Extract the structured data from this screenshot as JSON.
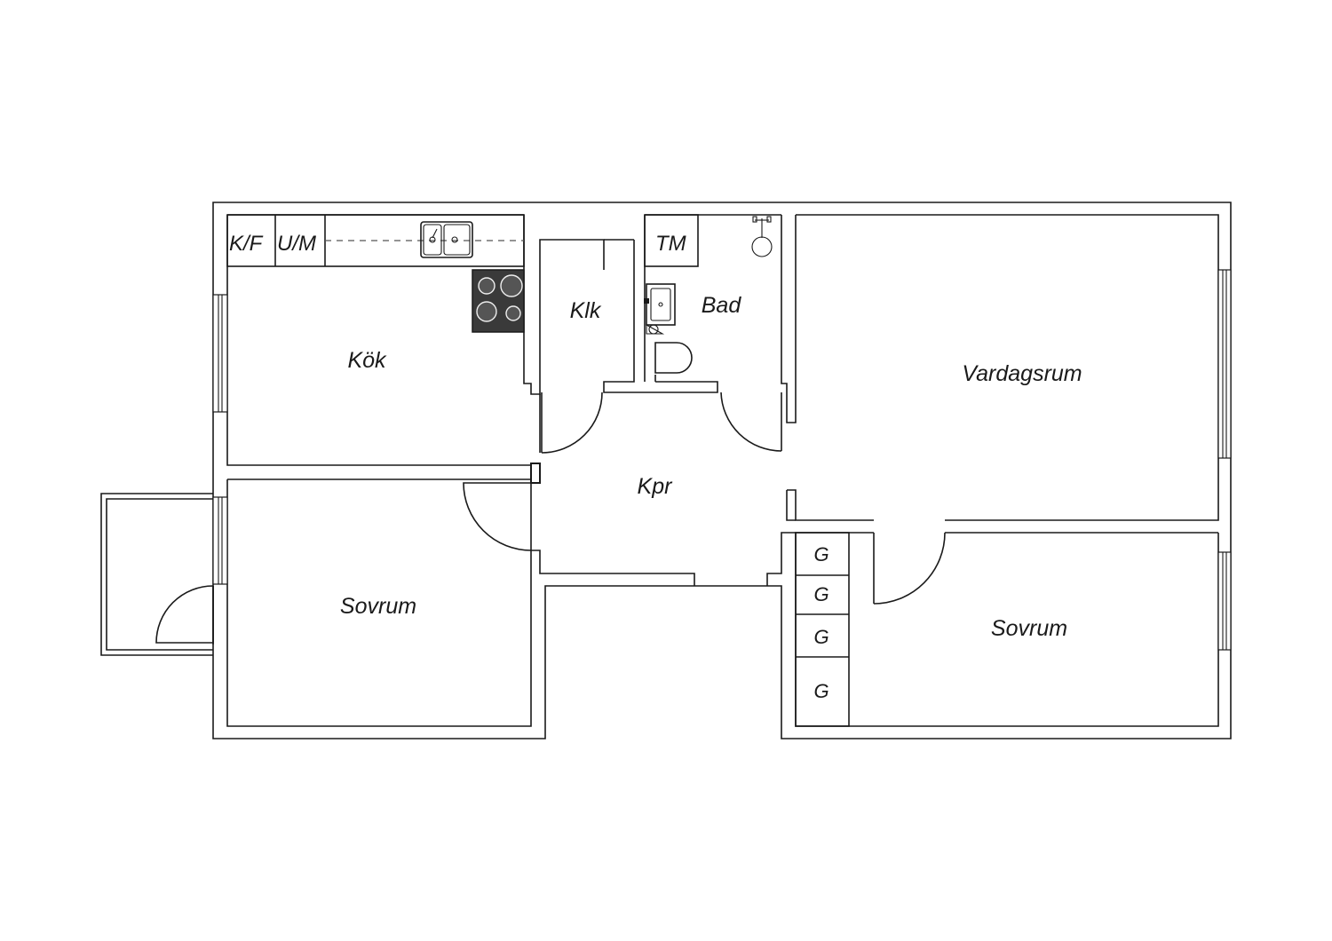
{
  "rooms": {
    "kitchen": "Kök",
    "closet": "Klk",
    "bath": "Bad",
    "living": "Vardagsrum",
    "hall": "Kpr",
    "bedroom_left": "Sovrum",
    "bedroom_right": "Sovrum"
  },
  "appliances": {
    "fridge_freezer": "K/F",
    "dishwasher_micro": "U/M",
    "washing_machine": "TM"
  },
  "wardrobes": [
    "G",
    "G",
    "G",
    "G"
  ],
  "colors": {
    "line": "#1a1a1a",
    "background": "#ffffff",
    "stove": "#3a3a3a"
  }
}
